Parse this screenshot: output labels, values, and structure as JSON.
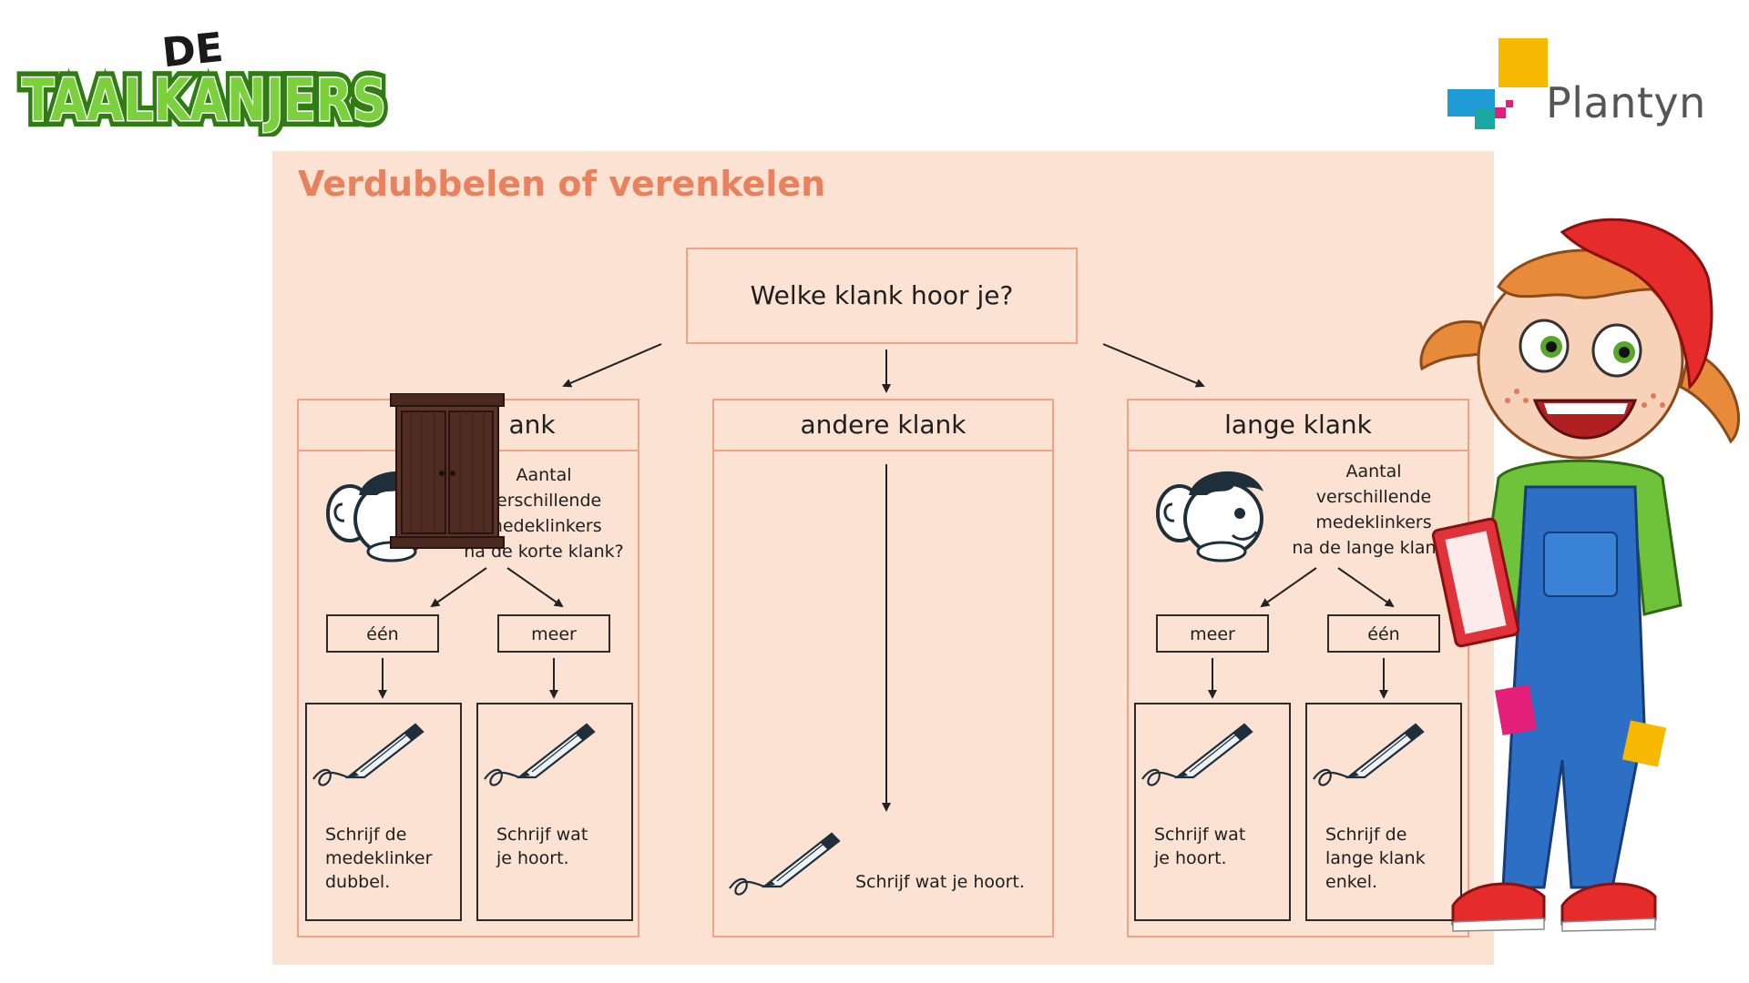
{
  "logo": {
    "line1": "DE",
    "line2": "TAALKANJERS"
  },
  "publisher": {
    "name": "Plantyn"
  },
  "panel": {
    "title": "Verdubbelen of verenkelen",
    "question": "Welke klank hoor je?",
    "left_column": {
      "header": "ank",
      "question": [
        "Aantal",
        "verschillende",
        "medeklinkers",
        "na de korte klank?"
      ],
      "option_a": "één",
      "option_b": "meer",
      "result_a": [
        "Schrijf de",
        "medeklinker",
        "dubbel."
      ],
      "result_b": [
        "Schrijf wat",
        "je hoort."
      ]
    },
    "middle_column": {
      "header": "andere klank",
      "result": "Schrijf wat je hoort."
    },
    "right_column": {
      "header": "lange klank",
      "question": [
        "Aantal",
        "verschillende",
        "medeklinkers",
        "na de lange klank?"
      ],
      "option_a": "meer",
      "option_b": "één",
      "result_a": [
        "Schrijf wat",
        "je hoort."
      ],
      "result_b": [
        "Schrijf de",
        "lange klank",
        "enkel."
      ]
    }
  },
  "colors": {
    "panel_bg": "#fbe2d2",
    "title": "#e8825e",
    "border": "#f0a286",
    "logo_green": "#5cb82e"
  }
}
